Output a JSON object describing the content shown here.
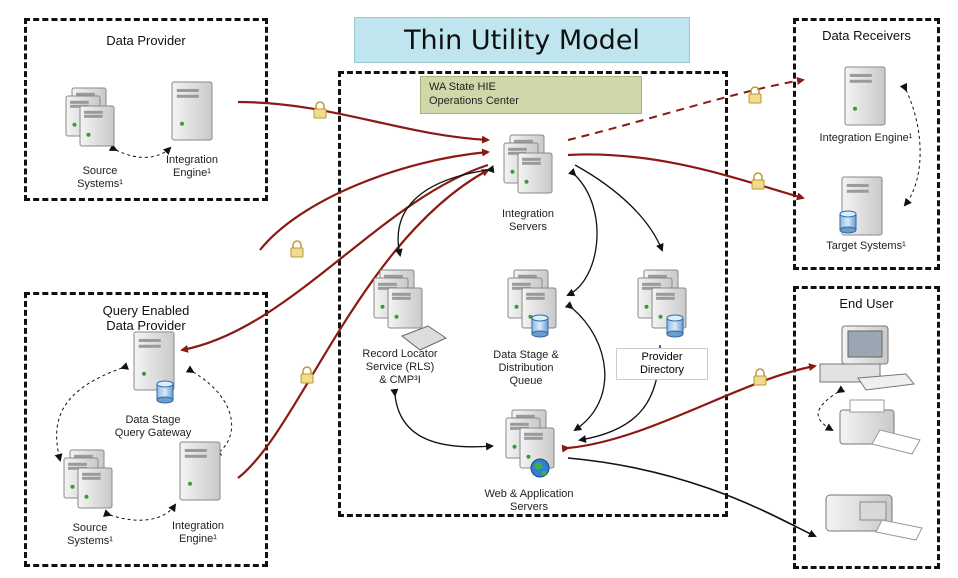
{
  "title": "Thin Utility Model",
  "ops_center": "WA State HIE\nOperations Center",
  "groups": {
    "data_provider": "Data Provider",
    "data_receivers": "Data Receivers",
    "query_provider": "Query Enabled\nData Provider",
    "end_user": "End User"
  },
  "labels": {
    "dp_source": "Source\nSystems¹",
    "dp_engine": "Integration\nEngine¹",
    "integration_servers": "Integration\nServers",
    "rls": "Record Locator\nService (RLS)\n& CMP³I",
    "data_stage": "Data Stage &\nDistribution\nQueue",
    "provider_directory": "Provider\nDirectory",
    "web_app": "Web & Application\nServers",
    "dr_engine": "Integration Engine¹",
    "dr_target": "Target Systems¹",
    "qp_gateway": "Data Stage\nQuery Gateway",
    "qp_source": "Source\nSystems¹",
    "qp_engine": "Integration\nEngine¹"
  },
  "colors": {
    "secure_link": "#8b1a14",
    "internal_link": "#111111",
    "title_bg": "#bfe6ee",
    "ops_bg": "#cfd8a8"
  }
}
